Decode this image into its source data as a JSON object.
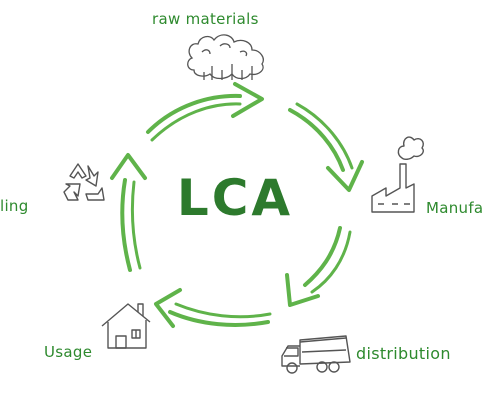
{
  "center_label": "LCA",
  "stages": {
    "raw_materials": "raw materials",
    "manufacturing": "Manufa",
    "distribution": "distribution",
    "usage": "Usage",
    "recycling": "ling"
  },
  "colors": {
    "arrow_green": "#5fb34a",
    "text_green": "#2e8a2e",
    "sketch_gray": "#555555"
  },
  "icons": [
    "trees-icon",
    "factory-icon",
    "truck-icon",
    "house-icon",
    "recycle-icon"
  ]
}
